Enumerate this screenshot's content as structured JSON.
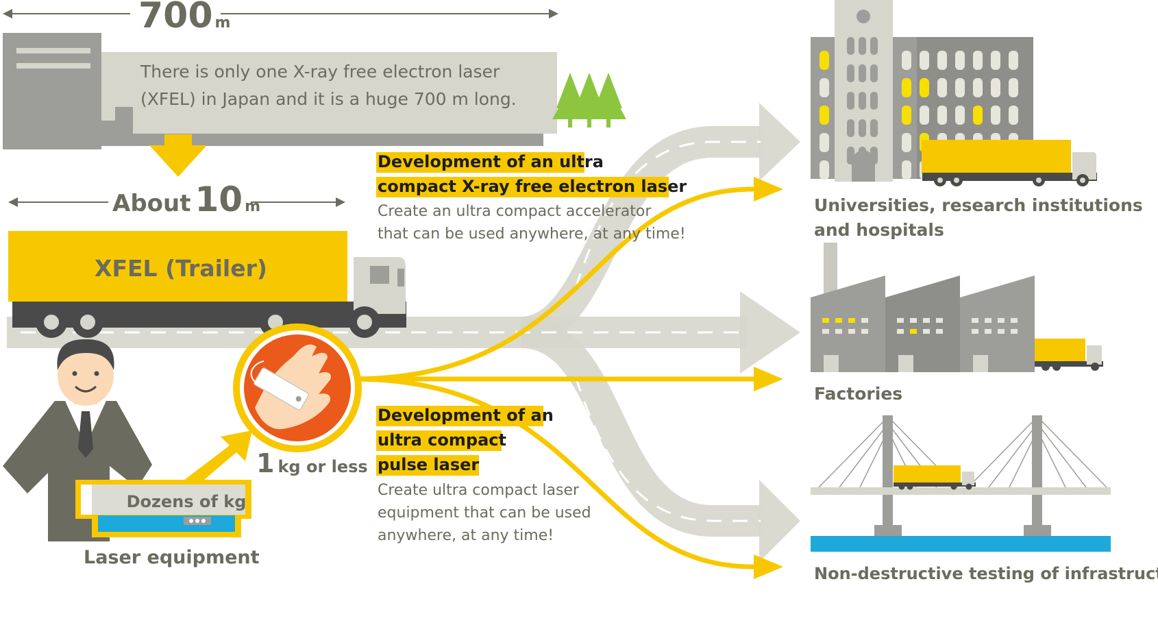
{
  "measure_700": {
    "number": "700",
    "unit": "m"
  },
  "measure_10": {
    "prefix": "About",
    "number": "10",
    "unit": "m"
  },
  "facility_text": [
    "There is only one X-ray free electron laser",
    "(XFEL) in Japan and it is a huge 700 m long."
  ],
  "trailer_label": "XFEL (Trailer)",
  "hand_weight": {
    "number": "1",
    "unit": "kg or less"
  },
  "equipment_weight": "Dozens of kg",
  "equipment_label": "Laser equipment",
  "dev_xfel": {
    "title_lines": [
      "Development of an ultra",
      "compact X-ray free electron laser"
    ],
    "desc_lines": [
      "Create an ultra compact accelerator",
      "that can be used anywhere, at any time!"
    ]
  },
  "dev_pulse": {
    "title_lines": [
      "Development of an",
      "ultra compact",
      "pulse laser"
    ],
    "desc_lines": [
      "Create ultra compact laser",
      "equipment that can be used",
      "anywhere, at any time!"
    ]
  },
  "destinations": {
    "universities_lines": [
      "Universities, research institutions",
      "and hospitals"
    ],
    "factories": "Factories",
    "infrastructure": "Non-destructive testing of infrastructure"
  },
  "colors": {
    "yellow": "#f7c800",
    "dark_gray": "#4a4a4a",
    "mid_gray": "#9d9d99",
    "light_gray": "#d6d6cc",
    "text_gray": "#6b6b5f",
    "orange": "#e95a1b",
    "blue": "#1da9d9"
  }
}
